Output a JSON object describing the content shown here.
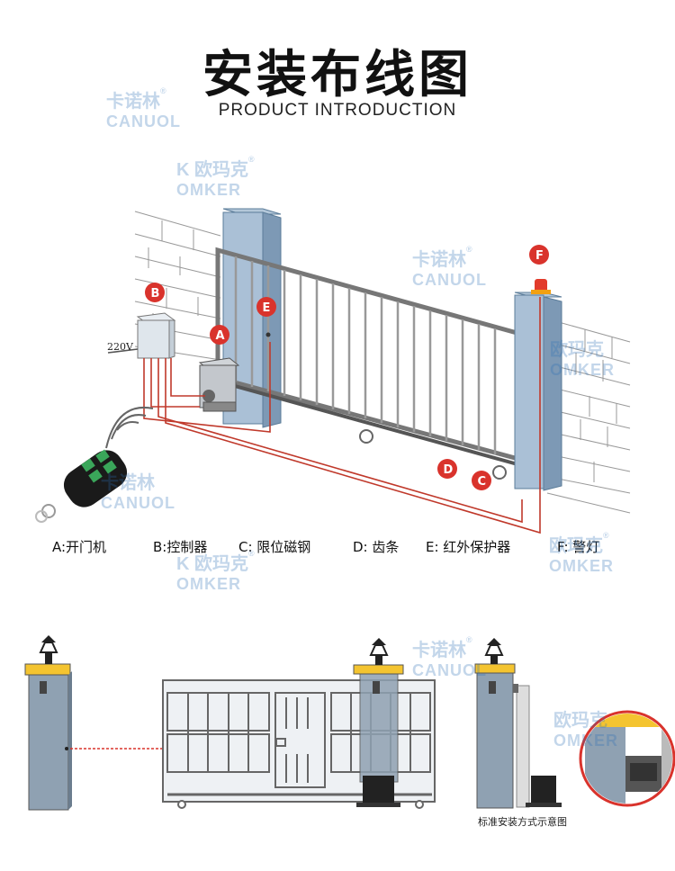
{
  "title": "安装布线图",
  "subtitle": "PRODUCT INTRODUCTION",
  "watermarks": {
    "canuol_cn": "卡诺林",
    "canuol_en": "CANUOL",
    "omker_cn": "欧玛克",
    "omker_en": "OMKER",
    "omker_k": "K",
    "registered": "®"
  },
  "diagram": {
    "voltage_label": "220V",
    "markers": [
      "A",
      "B",
      "C",
      "D",
      "E",
      "F"
    ],
    "wire_color": "#c0392b",
    "marker_color": "#d9332c"
  },
  "legend": {
    "a": "A:开门机",
    "b": "B:控制器",
    "c": "C: 限位磁钢",
    "d": "D: 齿条",
    "e": "E: 红外保护器",
    "f": "F: 警灯"
  },
  "caption": "标准安装方式示意图"
}
